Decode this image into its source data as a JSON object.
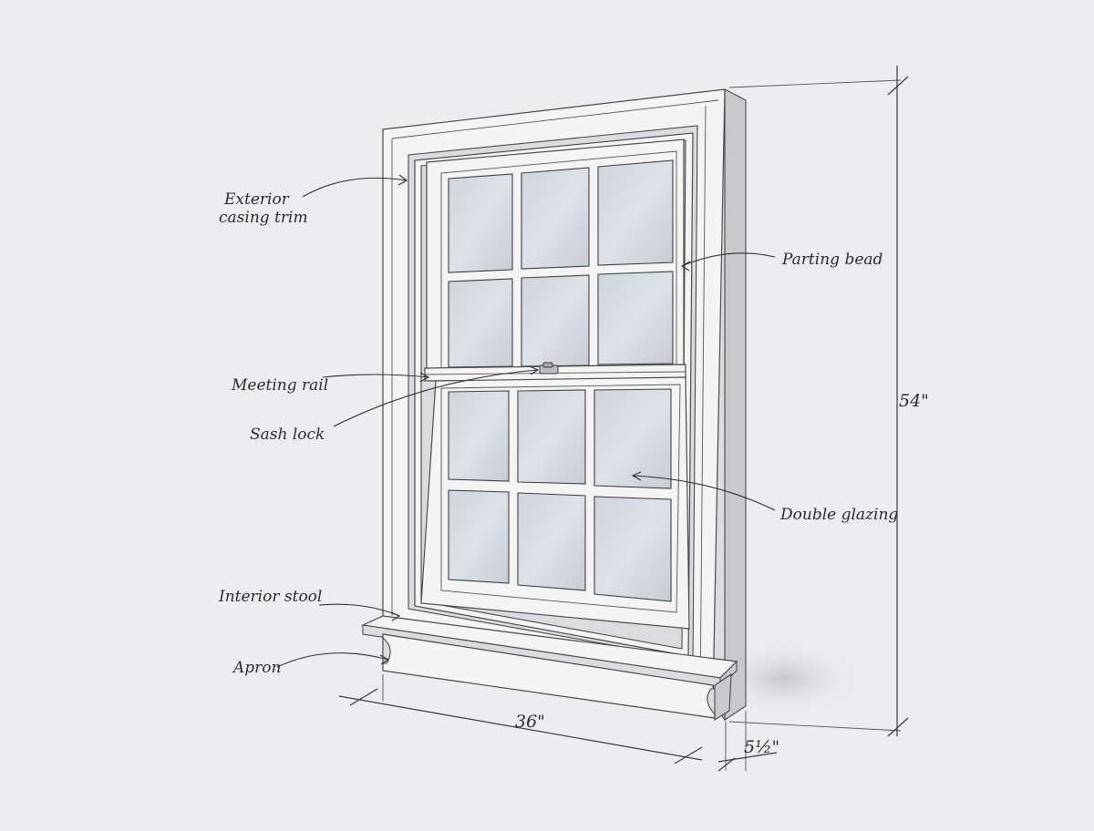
{
  "labels": {
    "exterior_casing_line1": "Exterior",
    "exterior_casing_line2": "casing trim",
    "parting_bead": "Parting bead",
    "meeting_rail": "Meeting rail",
    "sash_lock": "Sash lock",
    "double_glazing": "Double glazing",
    "interior_stool": "Interior stool",
    "apron": "Apron"
  },
  "dimensions": {
    "height": "54\"",
    "width": "36\"",
    "depth": "5½\""
  }
}
